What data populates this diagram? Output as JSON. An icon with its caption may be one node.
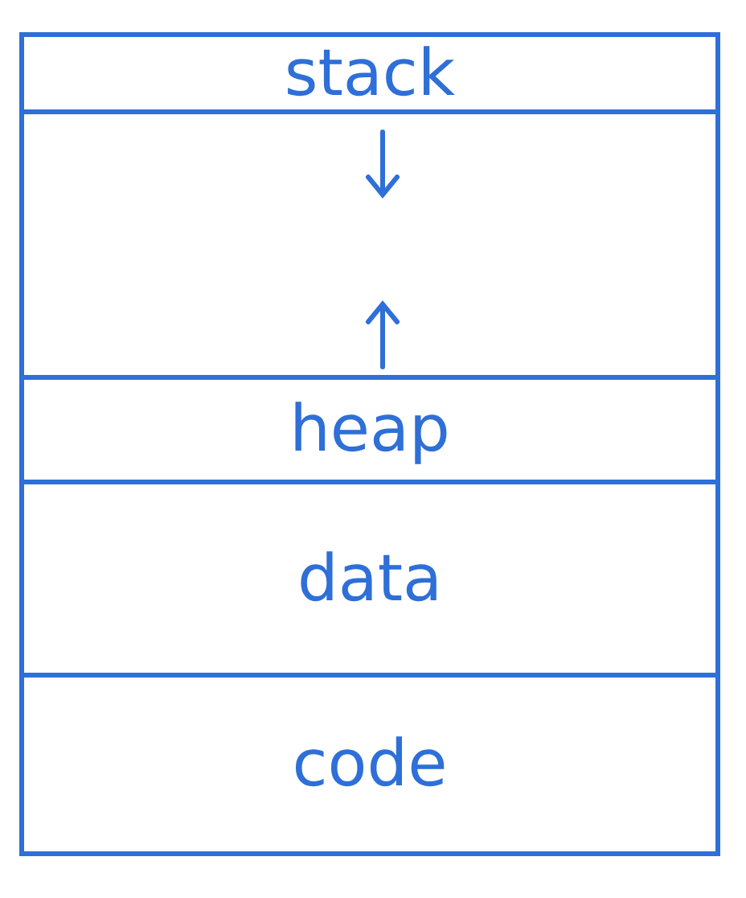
{
  "diagram": {
    "nodes": [
      {
        "text": [
          "stack"
        ]
      },
      {
        "text": [],
        "shape": "box"
      },
      {
        "text": [
          "heap"
        ]
      },
      {
        "text": [
          "data"
        ]
      },
      {
        "text": [
          "code"
        ]
      }
    ]
  }
}
